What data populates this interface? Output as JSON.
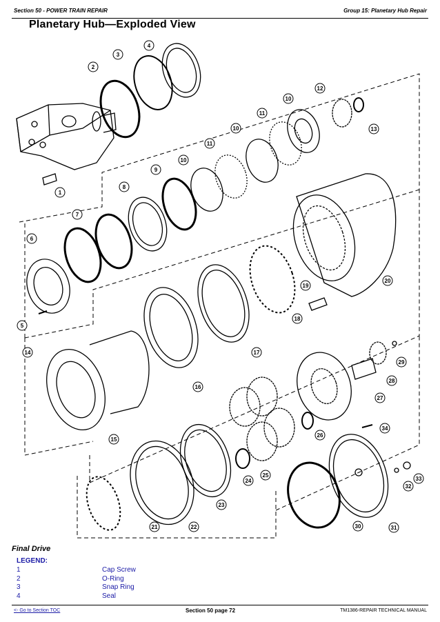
{
  "header": {
    "section": "Section 50 - POWER TRAIN REPAIR",
    "group": "Group 15: Planetary Hub Repair"
  },
  "title": "Planetary Hub—Exploded View",
  "callouts": [
    "1",
    "2",
    "3",
    "4",
    "5",
    "6",
    "7",
    "8",
    "9",
    "10",
    "10",
    "10",
    "11",
    "11",
    "12",
    "13",
    "14",
    "15",
    "16",
    "17",
    "18",
    "19",
    "20",
    "21",
    "22",
    "23",
    "24",
    "25",
    "26",
    "27",
    "28",
    "29",
    "30",
    "31",
    "32",
    "33",
    "34"
  ],
  "caption": "Final Drive",
  "legend": {
    "title": "LEGEND:",
    "items": [
      {
        "num": "1",
        "desc": "Cap Screw"
      },
      {
        "num": "2",
        "desc": "O-Ring"
      },
      {
        "num": "3",
        "desc": "Snap Ring"
      },
      {
        "num": "4",
        "desc": "Seal"
      }
    ]
  },
  "footer": {
    "toc_link": "<- Go to Section TOC",
    "page": "Section 50 page 72",
    "manual": "TM1386-REPAIR TECHNICAL MANUAL"
  }
}
